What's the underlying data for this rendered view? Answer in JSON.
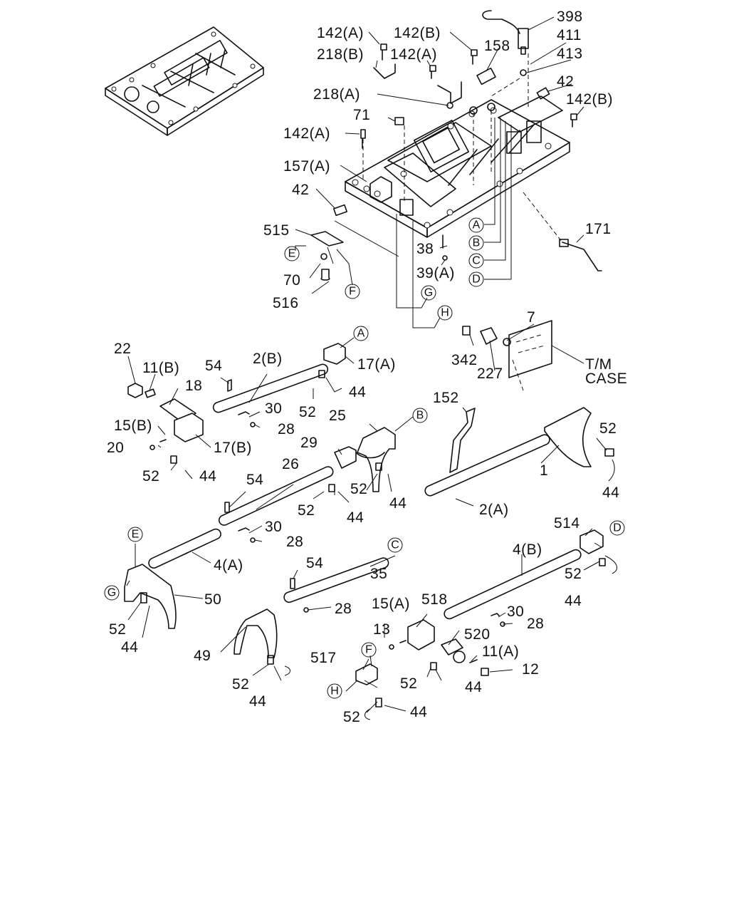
{
  "labels": {
    "l398": "398",
    "l411": "411",
    "l413": "413",
    "l42a": "42",
    "l142b_r": "142(B)",
    "l142a_tl": "142(A)",
    "l142b_t": "142(B)",
    "l218b": "218(B)",
    "l142a_t2": "142(A)",
    "l158": "158",
    "l218a": "218(A)",
    "l71": "71",
    "l142a_l": "142(A)",
    "l157a": "157(A)",
    "l42b": "42",
    "l515": "515",
    "l38": "38",
    "l39a": "39(A)",
    "l70": "70",
    "l516": "516",
    "l171": "171",
    "l22": "22",
    "l11b": "11(B)",
    "l54a": "54",
    "l2b": "2(B)",
    "l17a": "17(A)",
    "l44a": "44",
    "l18": "18",
    "l30a": "30",
    "l28a": "28",
    "l52a": "52",
    "l15b": "15(B)",
    "l20": "20",
    "l17b": "17(B)",
    "l52b": "52",
    "l44b": "44",
    "l7": "7",
    "l342": "342",
    "l227": "227",
    "ltm1": "T/M",
    "ltm2": "CASE",
    "l152": "152",
    "l25": "25",
    "l29": "29",
    "l26": "26",
    "l52c": "52",
    "l44c": "44",
    "l52d": "52",
    "l44d": "44",
    "l1": "1",
    "l52e": "52",
    "l44e": "44",
    "l2a": "2(A)",
    "l54b": "54",
    "l30b": "30",
    "l28b": "28",
    "l4a": "4(A)",
    "l514": "514",
    "l4b": "4(B)",
    "l52f": "52",
    "l44f": "44",
    "l50": "50",
    "l52g": "52",
    "l44g": "44",
    "l54c": "54",
    "l35": "35",
    "l28c": "28",
    "l15a": "15(A)",
    "l518": "518",
    "l30c": "30",
    "l28d": "28",
    "l13": "13",
    "l520": "520",
    "l49": "49",
    "l11a": "11(A)",
    "l12": "12",
    "l52h": "52",
    "l44h": "44",
    "l517": "517",
    "l52i": "52",
    "l44i": "44",
    "l52j": "52",
    "l44j": "44"
  },
  "callouts": {
    "a1": "A",
    "b1": "B",
    "c1": "C",
    "d1": "D",
    "e1": "E",
    "f1": "F",
    "g1": "G",
    "h1": "H",
    "a2": "A",
    "b2": "B",
    "e2": "E",
    "g2": "G",
    "c2": "C",
    "d2": "D",
    "f2": "F",
    "h2": "H"
  }
}
